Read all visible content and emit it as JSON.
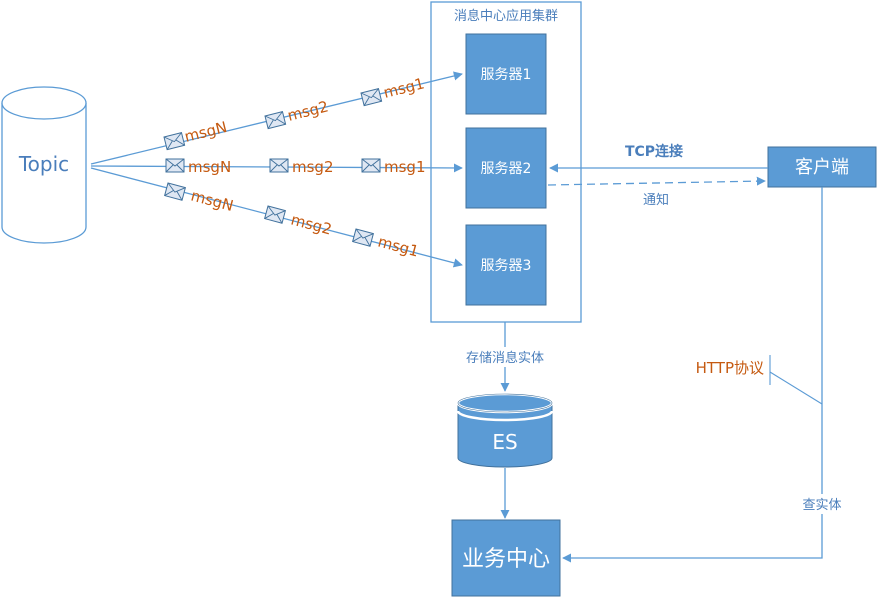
{
  "colors": {
    "blue_fill": "#5b9bd5",
    "blue_line": "#41719c",
    "blue_text": "#4a7ebb",
    "orange_text": "#c55a11",
    "white": "#ffffff",
    "envelope_fill": "#dfe7f3"
  },
  "topic": {
    "label": "Topic"
  },
  "cluster": {
    "title": "消息中心应用集群"
  },
  "servers": [
    {
      "label": "服务器1"
    },
    {
      "label": "服务器2"
    },
    {
      "label": "服务器3"
    }
  ],
  "client": {
    "label": "客户端"
  },
  "es": {
    "label": "ES"
  },
  "business_center": {
    "label": "业务中心"
  },
  "messages": {
    "msgN": "msgN",
    "msg2": "msg2",
    "msg1": "msg1"
  },
  "edges": {
    "tcp": "TCP连接",
    "notify": "通知",
    "store": "存储消息实体",
    "http": "HTTP协议",
    "query": "查实体"
  }
}
